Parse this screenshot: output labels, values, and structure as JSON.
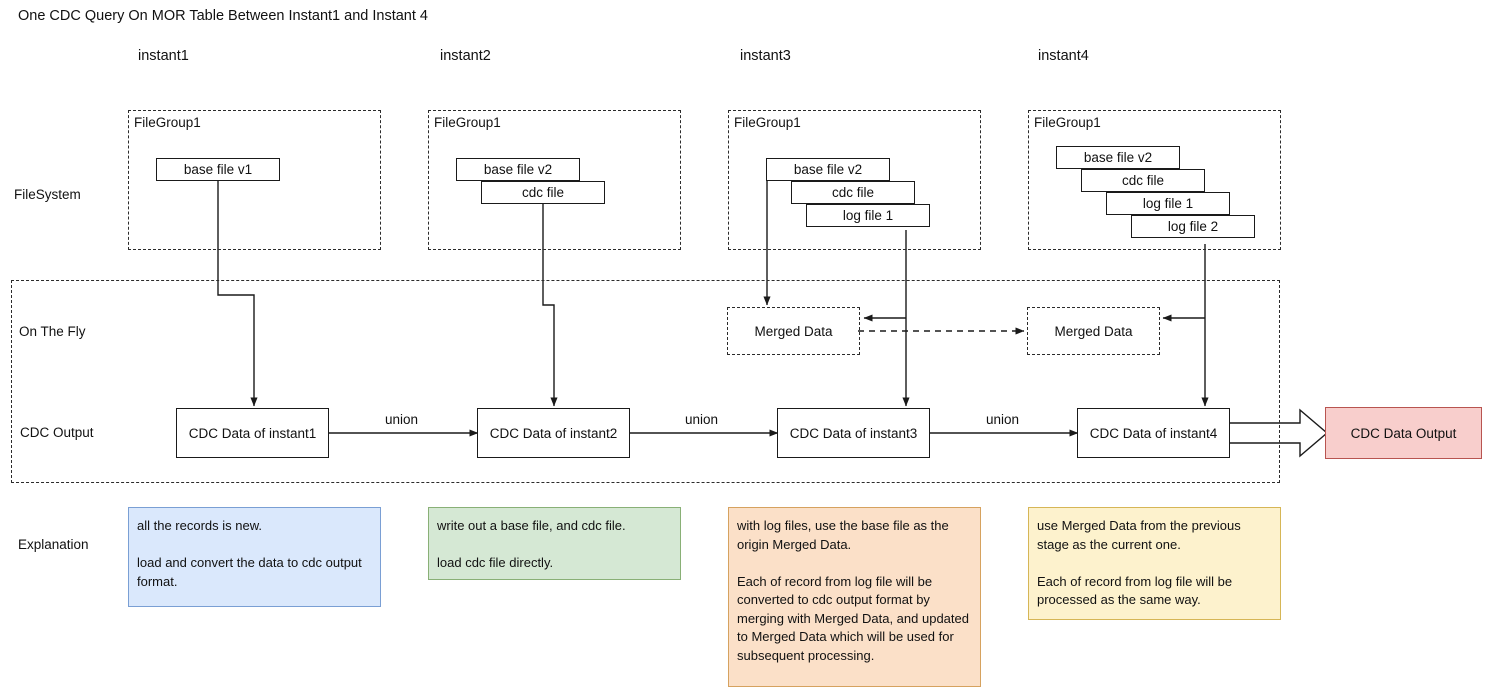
{
  "title": "One CDC Query On MOR Table Between Instant1 and Instant 4",
  "columns": [
    {
      "key": "instant1",
      "label": "instant1"
    },
    {
      "key": "instant2",
      "label": "instant2"
    },
    {
      "key": "instant3",
      "label": "instant3"
    },
    {
      "key": "instant4",
      "label": "instant4"
    }
  ],
  "rows": [
    {
      "key": "filesystem",
      "label": "FileSystem"
    },
    {
      "key": "onthefly",
      "label": "On The Fly"
    },
    {
      "key": "cdcoutput",
      "label": "CDC Output"
    },
    {
      "key": "explanation",
      "label": "Explanation"
    }
  ],
  "filegroups": [
    {
      "title": "FileGroup1",
      "files": [
        "base file v1"
      ]
    },
    {
      "title": "FileGroup1",
      "files": [
        "base file v2",
        "cdc file"
      ]
    },
    {
      "title": "FileGroup1",
      "files": [
        "base file v2",
        "cdc file",
        "log file 1"
      ]
    },
    {
      "title": "FileGroup1",
      "files": [
        "base file v2",
        "cdc file",
        "log file 1",
        "log file 2"
      ]
    }
  ],
  "merged_data": [
    {
      "label": "Merged Data"
    },
    {
      "label": "Merged Data"
    }
  ],
  "cdc_boxes": [
    {
      "label": "CDC Data of instant1"
    },
    {
      "label": "CDC Data of instant2"
    },
    {
      "label": "CDC Data of instant3"
    },
    {
      "label": "CDC Data of instant4"
    }
  ],
  "union_labels": [
    "union",
    "union",
    "union"
  ],
  "final_output": {
    "label": "CDC Data Output"
  },
  "explanations": [
    {
      "color": "blue",
      "text": "all the records is new.\n\nload and convert the data to cdc output format."
    },
    {
      "color": "green",
      "text": "write out a base file, and cdc file.\n\nload cdc file directly."
    },
    {
      "color": "orange",
      "text": "with log files, use the base file as the origin Merged Data.\n\nEach of record from log file will be converted to cdc output format by merging with Merged Data, and updated to Merged Data which will be used for subsequent processing."
    },
    {
      "color": "yellow",
      "text": "use Merged Data from the previous stage as the current one.\n\nEach of record from log file will be processed as the same way."
    }
  ],
  "colors": {
    "blue_fill": "#dae8fc",
    "green_fill": "#d5e8d4",
    "orange_fill": "#fbe0c8",
    "yellow_fill": "#fdf2cd",
    "output_fill": "#f8cecc",
    "output_stroke": "#b85450",
    "line": "#1a1a1a"
  }
}
